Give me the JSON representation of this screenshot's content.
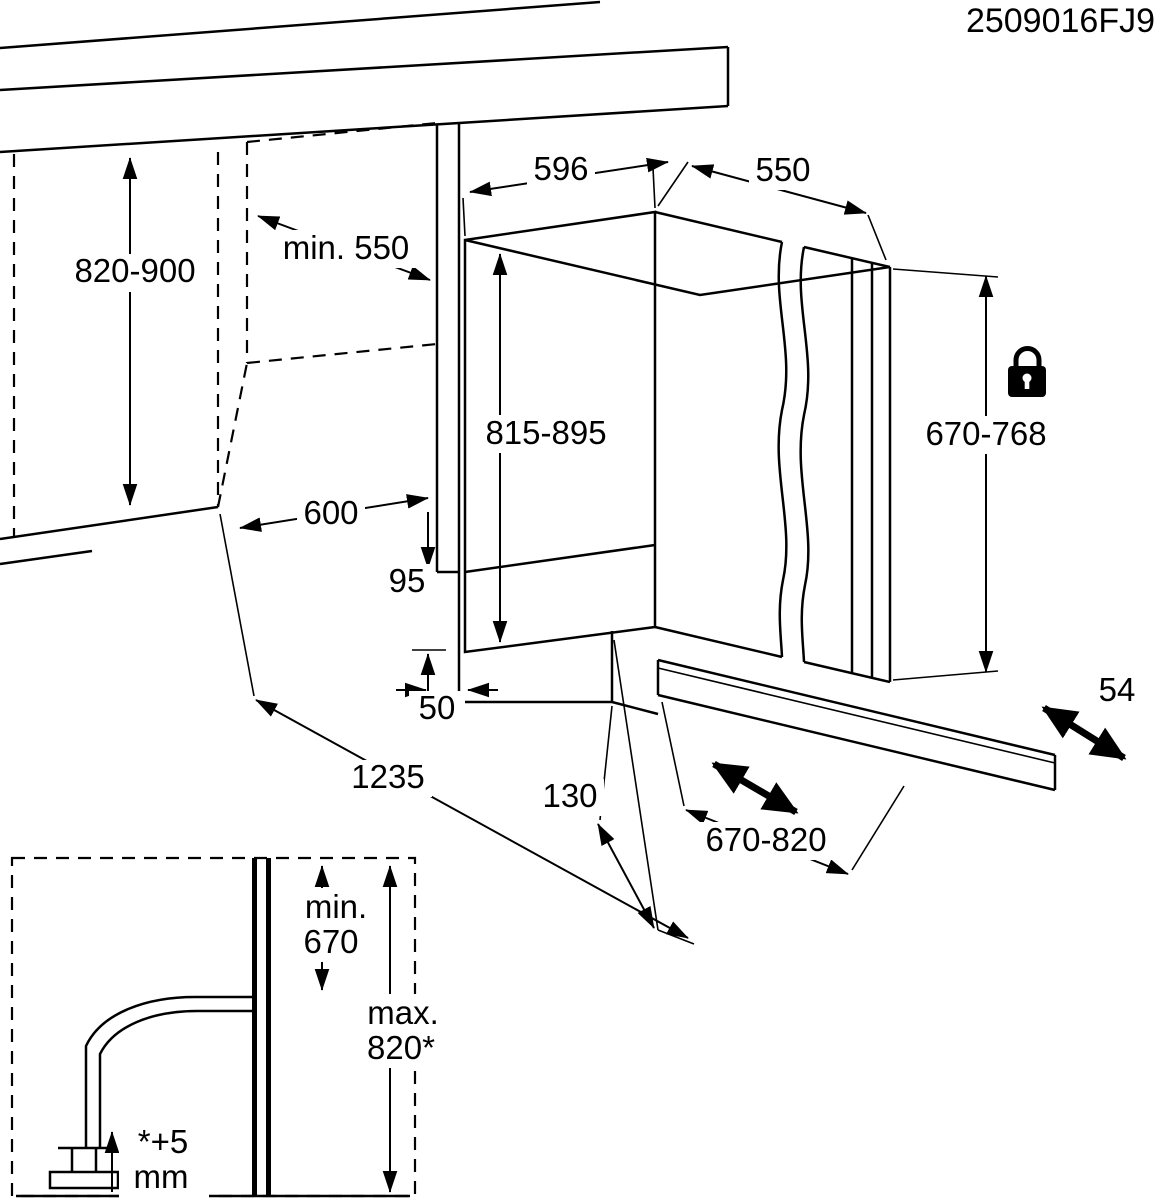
{
  "document": {
    "part_number": "2509016FJ9"
  },
  "diagram": {
    "type": "built-in appliance installation dimensions",
    "units": "mm",
    "labels": {
      "niche_height": "820-900",
      "niche_min_depth": "min. 550",
      "appliance_width": "596",
      "appliance_top_depth": "550",
      "appliance_height": "815-895",
      "door_panel_height": "670-768",
      "niche_floor_depth": "600",
      "plinth_recess_height": "95",
      "plinth_recess_depth": "50",
      "total_depth_door_open": "1235",
      "plinth_setback": "130",
      "plinth_board_width": "670-820",
      "plinth_board_adjust": "54"
    },
    "icons": {
      "lock": "padlock"
    }
  },
  "inset": {
    "min_height": {
      "label": "min.",
      "value": "670"
    },
    "max_height": {
      "label": "max.",
      "value": "820*"
    },
    "foot_adjustment": {
      "label": "*+5",
      "unit": "mm"
    }
  }
}
